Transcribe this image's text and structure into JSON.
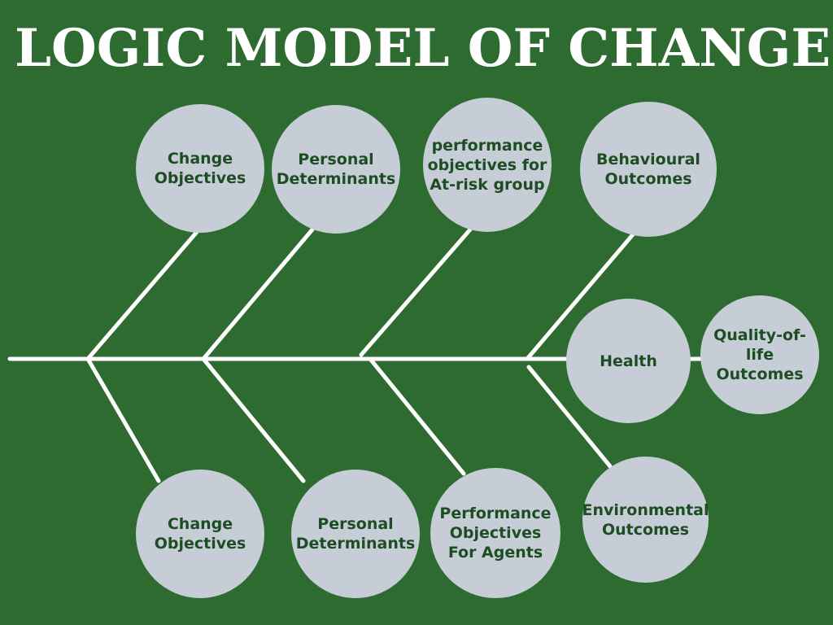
{
  "title": "LOGIC MODEL OF CHANGE",
  "colors": {
    "background": "#2e6b30",
    "circle": "#c7cdd6",
    "circle_text": "#1d4d22",
    "lines": "#ffffff"
  },
  "nodes": {
    "change_objectives_top": "Change\nObjectives",
    "personal_determinants_top": "Personal\nDeterminants",
    "performance_objectives_at_risk": "performance\nobjectives for\nAt-risk group",
    "behavioural_outcomes": "Behavioural\nOutcomes",
    "health": "Health",
    "quality_of_life_outcomes": "Quality-of-\nlife\nOutcomes",
    "change_objectives_bottom": "Change\nObjectives",
    "personal_determinants_bottom": "Personal\nDeterminants",
    "performance_objectives_agents": "Performance\nObjectives\nFor Agents",
    "environmental_outcomes": "Environmental\nOutcomes"
  }
}
